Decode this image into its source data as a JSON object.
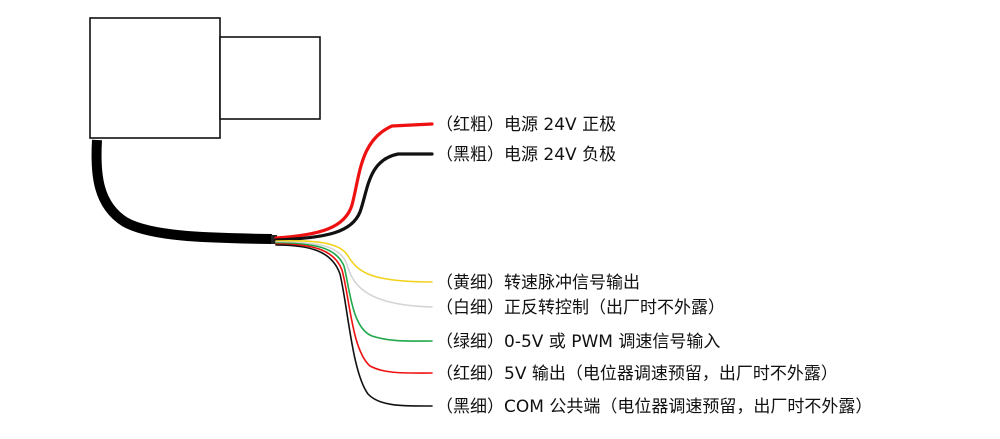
{
  "wires": [
    {
      "label": "（红粗）电源 24V 正极",
      "color": "#ee1111"
    },
    {
      "label": "（黑粗）电源 24V 负极",
      "color": "#111111"
    },
    {
      "label": "（黄细）转速脉冲信号输出",
      "color": "#f2d21a"
    },
    {
      "label": "（白细）正反转控制（出厂时不外露）",
      "color": "#d4d4d4"
    },
    {
      "label": "（绿细）0-5V 或 PWM 调速信号输入",
      "color": "#1fa84a"
    },
    {
      "label": "（红细）5V 输出（电位器调速预留，出厂时不外露）",
      "color": "#ee1111"
    },
    {
      "label": "（黑细）COM 公共端（电位器调速预留，出厂时不外露）",
      "color": "#111111"
    }
  ]
}
